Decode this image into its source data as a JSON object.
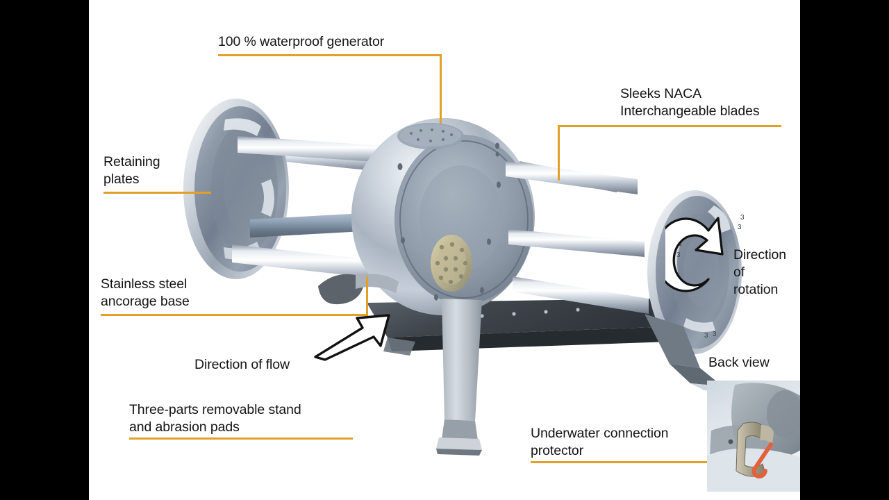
{
  "figure": {
    "title": "Annotated tidal / hydrokinetic turbine cutaway diagram",
    "accent_color": "#E0A02A",
    "text_color": "#141414",
    "background_color": "#FFFFFF",
    "letterbox_color": "#000000"
  },
  "callouts": {
    "waterproof_generator": "100 % waterproof generator",
    "naca_blades": "Sleeks NACA\nInterchangeable blades",
    "retaining_plates": "Retaining\nplates",
    "anchorage_base": "Stainless steel\nancorage base",
    "direction_of_flow": "Direction of flow",
    "removable_stand": "Three-parts removable stand\nand abrasion pads",
    "underwater_connector": "Underwater connection\nprotector",
    "direction_of_rotation": "Direction\nof\nrotation"
  },
  "inset": {
    "caption": "Back view"
  },
  "blade_markings": [
    "3",
    "3",
    "3",
    "3",
    "3",
    "3"
  ],
  "icons": {
    "flow_arrow": "straight-arrow-up-right",
    "rotation_arrow": "circular-arrow-clockwise"
  }
}
